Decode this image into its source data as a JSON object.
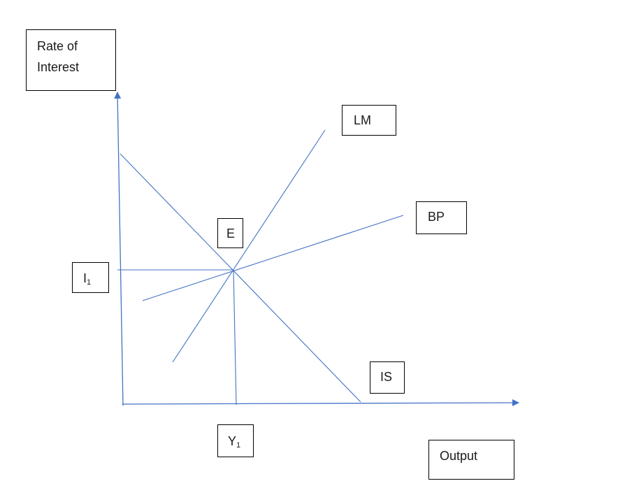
{
  "labels": {
    "y_axis": [
      "Rate of",
      "Interest"
    ],
    "x_axis": "Output",
    "lm": "LM",
    "bp": "BP",
    "is": "IS",
    "equilibrium": "E",
    "interest_level": {
      "base": "I",
      "subscript": "1"
    },
    "output_level": {
      "base": "Y",
      "subscript": "1"
    }
  },
  "colors": {
    "line": "#4472c4",
    "box_border": "#000000",
    "text": "#1a1a1a"
  }
}
